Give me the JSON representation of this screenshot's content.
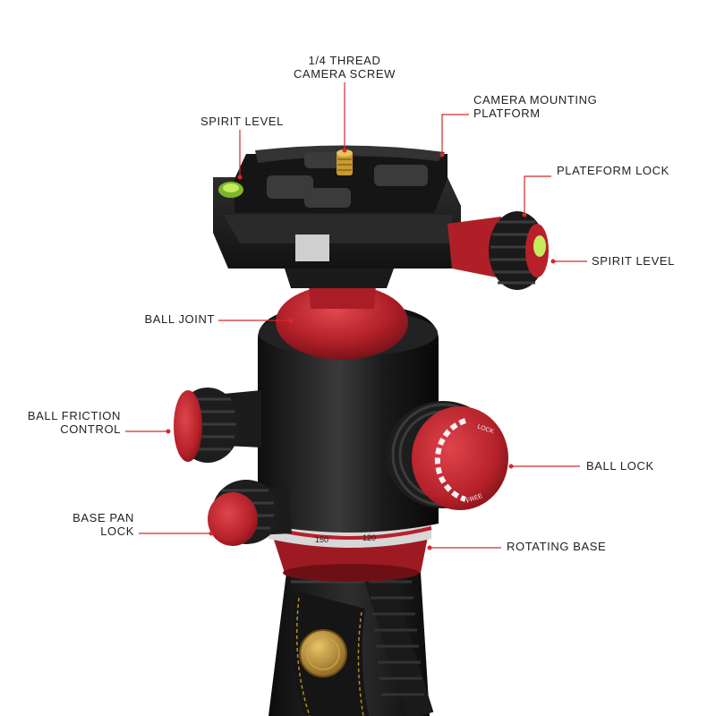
{
  "diagram": {
    "colors": {
      "leader": "#d42a2a",
      "accent_red": "#b8202a",
      "body_black": "#1b1b1b",
      "brass": "#b8892c",
      "bubble": "#a8d94a"
    },
    "labels": {
      "thread_screw": {
        "line1": "1/4 THREAD",
        "line2": "CAMERA SCREW"
      },
      "mounting_platform": {
        "line1": "CAMERA MOUNTING",
        "line2": "PLATFORM"
      },
      "spirit_level_top": {
        "line1": "SPIRIT LEVEL"
      },
      "plateform_lock": {
        "line1": "PLATEFORM LOCK"
      },
      "spirit_level_right": {
        "line1": "SPIRIT LEVEL"
      },
      "ball_joint": {
        "line1": "BALL JOINT"
      },
      "ball_friction": {
        "line1": "BALL FRICTION",
        "line2": "CONTROL"
      },
      "ball_lock": {
        "line1": "BALL LOCK"
      },
      "base_pan_lock": {
        "line1": "BASE PAN",
        "line2": "LOCK"
      },
      "rotating_base": {
        "line1": "ROTATING BASE"
      }
    },
    "knob_text": {
      "lock": "LOCK",
      "free": "FREE"
    },
    "scale_text": {
      "a": "150",
      "b": "120"
    }
  }
}
